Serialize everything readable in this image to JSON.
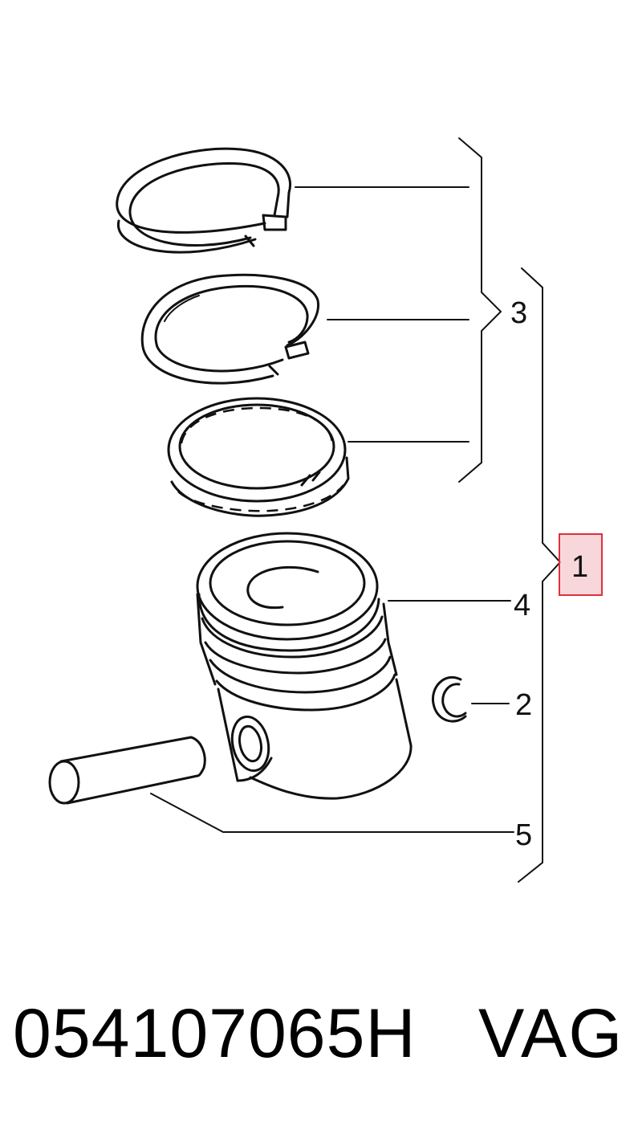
{
  "diagram": {
    "callouts": {
      "assembly": "1",
      "circlip": "2",
      "rings": "3",
      "piston": "4",
      "pin": "5"
    },
    "highlight_color": "#e0303c"
  },
  "footer": {
    "part_number": "054107065H",
    "brand": "VAG"
  }
}
